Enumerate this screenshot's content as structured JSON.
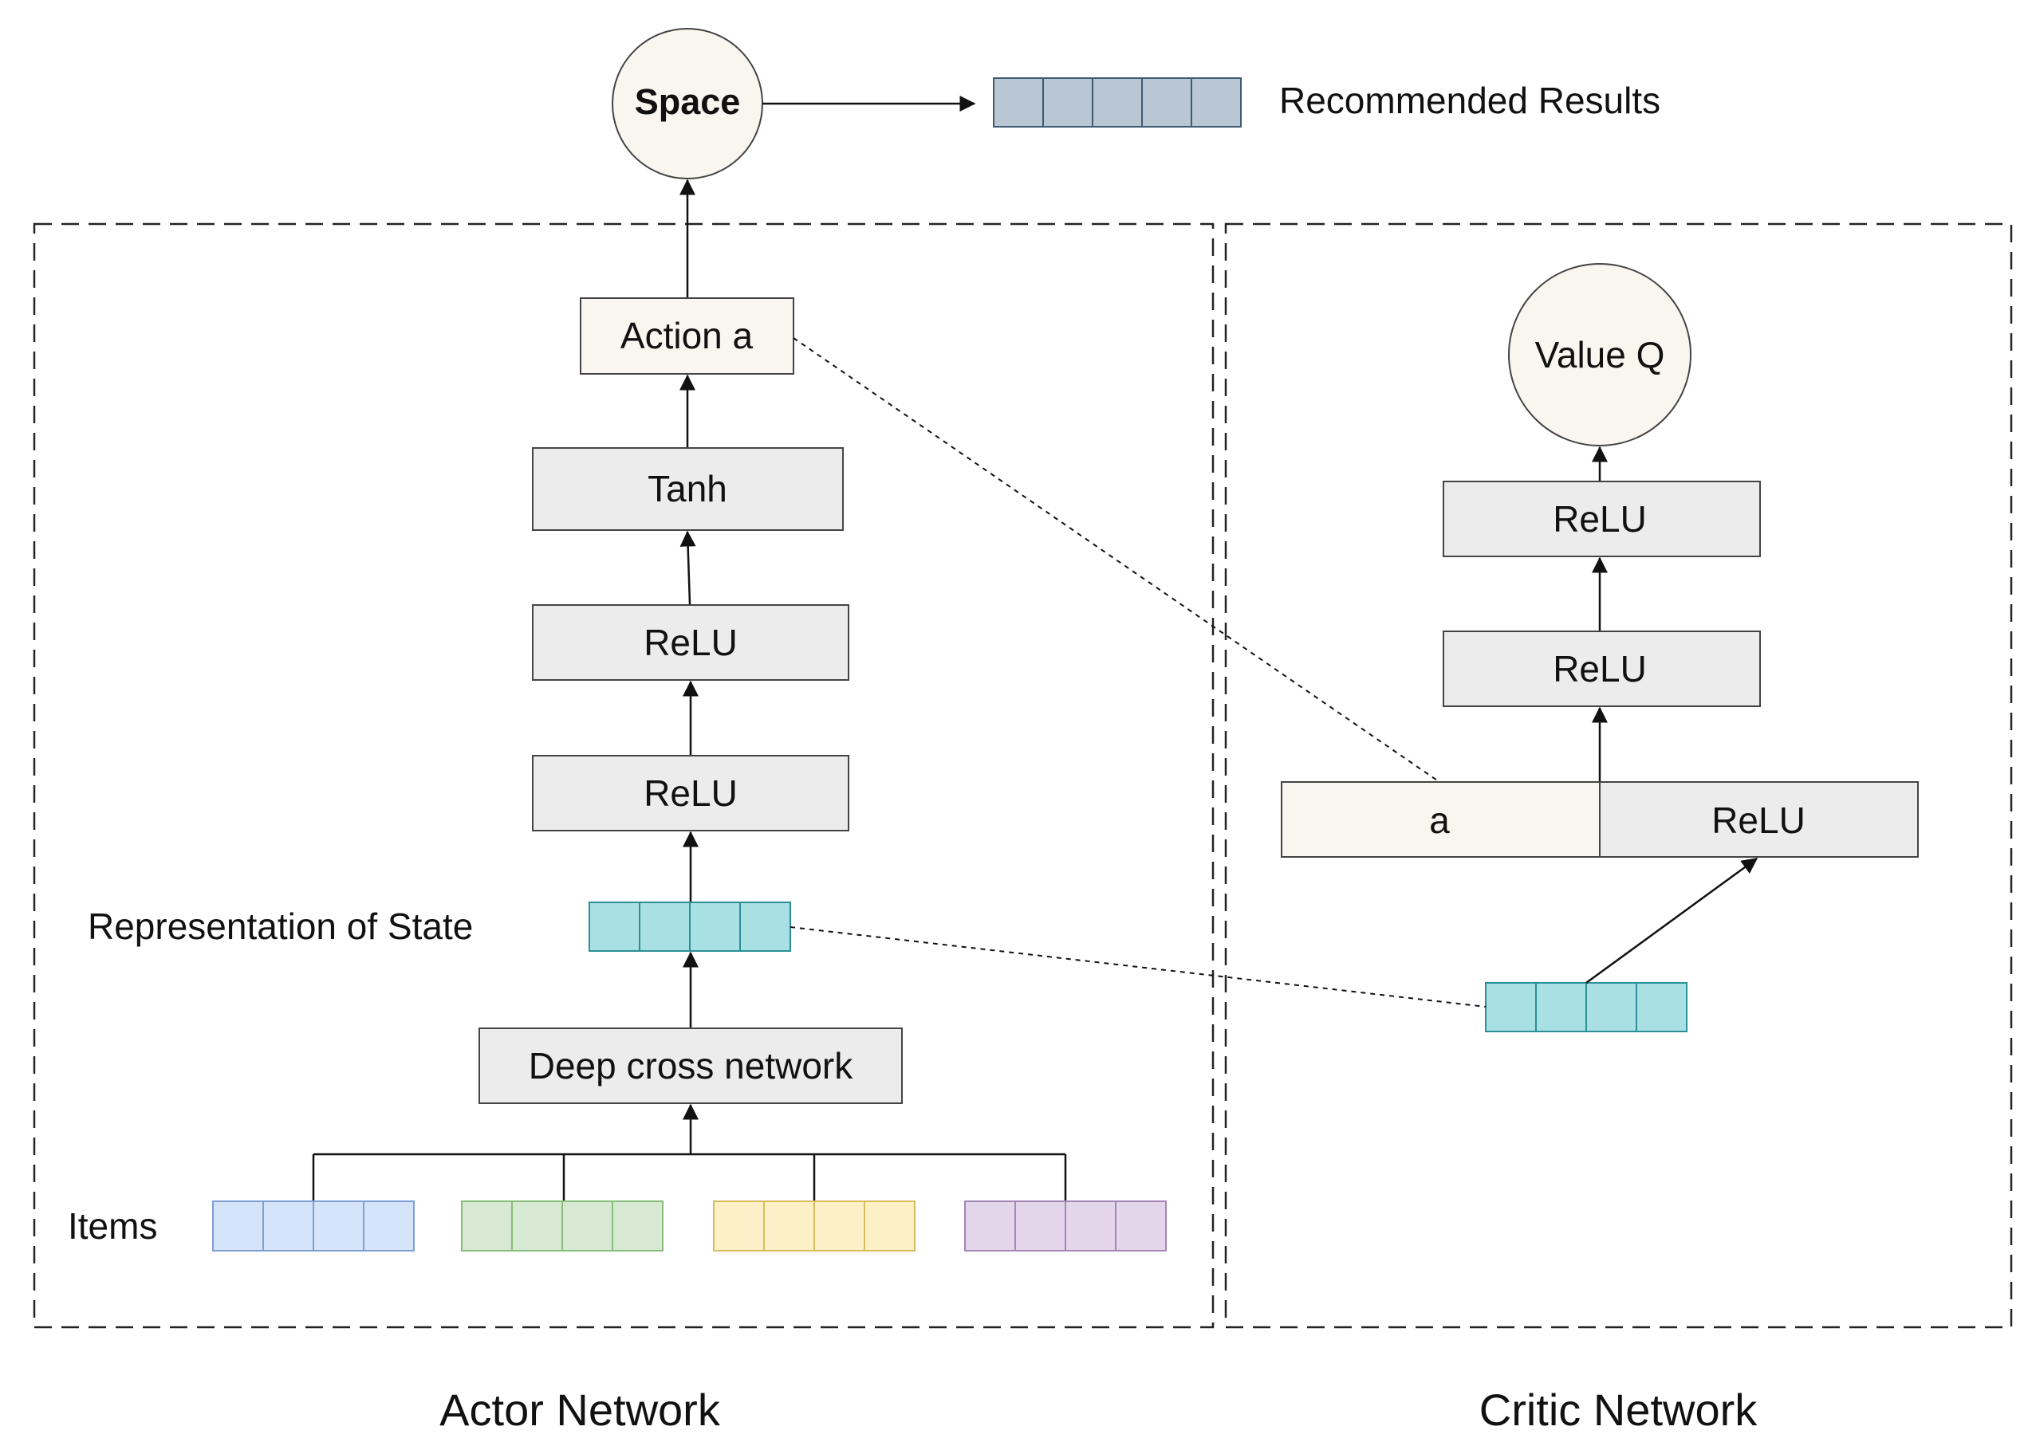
{
  "nodes": {
    "space": "Space",
    "recommended_results": "Recommended Results",
    "action": "Action a",
    "tanh": "Tanh",
    "actor_relu_upper": "ReLU",
    "actor_relu_lower": "ReLU",
    "representation_of_state": "Representation of State",
    "deep_cross_network": "Deep cross network",
    "items": "Items",
    "value_q": "Value Q",
    "critic_relu_top": "ReLU",
    "critic_relu_middle": "ReLU",
    "critic_concat_a": "a",
    "critic_concat_relu": "ReLU"
  },
  "panels": {
    "actor_label": "Actor Network",
    "critic_label": "Critic Network"
  },
  "colors": {
    "node_fill_cream": "#f8f6ee",
    "node_fill_gray": "#ececec",
    "result_cell_fill": "#b8c7d3",
    "result_cell_stroke": "#3f5a72",
    "state_cell_fill": "#a9e0e3",
    "state_cell_stroke": "#2b8f97",
    "item_group_1_fill": "#d6e4fa",
    "item_group_1_stroke": "#7e9fd6",
    "item_group_2_fill": "#d8e9d3",
    "item_group_2_stroke": "#86bd78",
    "item_group_3_fill": "#fdf0c6",
    "item_group_3_stroke": "#d7bd5d",
    "item_group_4_fill": "#e3d6ea",
    "item_group_4_stroke": "#a485b8"
  }
}
